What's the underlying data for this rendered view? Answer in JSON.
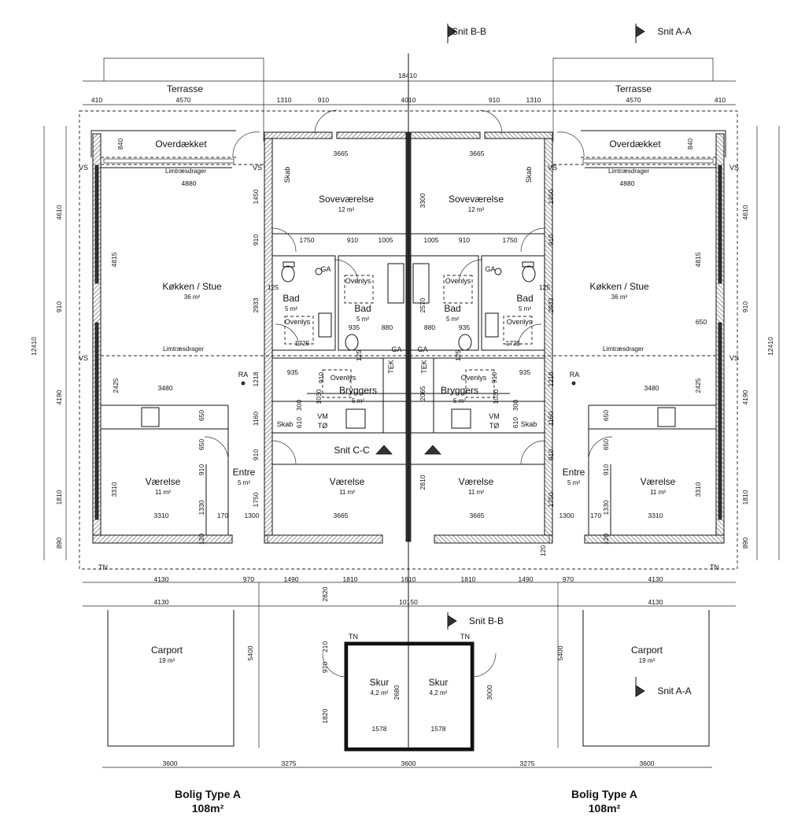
{
  "sections": [
    "Snit B-B",
    "Snit A-A",
    "Snit B-B",
    "Snit A-A",
    "Snit C-C"
  ],
  "rooms": [
    {
      "name": "Terrasse",
      "area": ""
    },
    {
      "name": "Terrasse",
      "area": ""
    },
    {
      "name": "Overdækket",
      "area": ""
    },
    {
      "name": "Overdækket",
      "area": ""
    },
    {
      "name": "Soveværelse",
      "area": "12 m²"
    },
    {
      "name": "Soveværelse",
      "area": "12 m²"
    },
    {
      "name": "Køkken / Stue",
      "area": "36 m²"
    },
    {
      "name": "Køkken / Stue",
      "area": "36 m²"
    },
    {
      "name": "Bad",
      "area": "5 m²"
    },
    {
      "name": "Bad",
      "area": "5 m²"
    },
    {
      "name": "Bad",
      "area": "5 m²"
    },
    {
      "name": "Bad",
      "area": "5 m²"
    },
    {
      "name": "Bryggers",
      "area": "5 m²"
    },
    {
      "name": "Bryggers",
      "area": "5 m²"
    },
    {
      "name": "Entre",
      "area": "5 m²"
    },
    {
      "name": "Entre",
      "area": "5 m²"
    },
    {
      "name": "Værelse",
      "area": "11 m²"
    },
    {
      "name": "Værelse",
      "area": "11 m²"
    },
    {
      "name": "Værelse",
      "area": "11 m²"
    },
    {
      "name": "Værelse",
      "area": "11 m²"
    },
    {
      "name": "Carport",
      "area": "19 m²"
    },
    {
      "name": "Carport",
      "area": "19 m²"
    },
    {
      "name": "Skur",
      "area": "4,2 m²"
    },
    {
      "name": "Skur",
      "area": "4,2 m²"
    }
  ],
  "annotations": [
    "Skab",
    "Skab",
    "Skab",
    "Skab",
    "TEK",
    "TEK",
    "Limtræsdrager",
    "Limtræsdrager",
    "Limtræsdrager",
    "Limtræsdrager",
    "VS",
    "VS",
    "VS",
    "VS",
    "VS",
    "VS",
    "GA",
    "GA",
    "GA",
    "GA",
    "Ovenlys",
    "Ovenlys",
    "Ovenlys",
    "Ovenlys",
    "Ovenlys",
    "Ovenlys",
    "RA",
    "RA",
    "VM",
    "TØ",
    "VM",
    "TØ",
    "TN",
    "TN",
    "TN",
    "TN"
  ],
  "dimensions": [
    "18410",
    "410",
    "4570",
    "1310",
    "910",
    "4010",
    "910",
    "1310",
    "4570",
    "410",
    "840",
    "840",
    "3665",
    "3665",
    "4880",
    "4880",
    "1450",
    "1450",
    "3300",
    "4610",
    "4610",
    "4815",
    "4815",
    "910",
    "910",
    "1750",
    "910",
    "1005",
    "1005",
    "910",
    "1750",
    "125",
    "125",
    "2933",
    "2933",
    "2570",
    "910",
    "910",
    "650",
    "935",
    "880",
    "880",
    "935",
    "1725",
    "1725",
    "12410",
    "12410",
    "125",
    "125",
    "935",
    "935",
    "910",
    "910",
    "1218",
    "1218",
    "2065",
    "4190",
    "4190",
    "2425",
    "2425",
    "3480",
    "3480",
    "300",
    "300",
    "1030",
    "1030",
    "650",
    "650",
    "610",
    "610",
    "1160",
    "1160",
    "650",
    "650",
    "910",
    "910",
    "910",
    "910",
    "2810",
    "3310",
    "3310",
    "1810",
    "1810",
    "1750",
    "1750",
    "1330",
    "1330",
    "3310",
    "170",
    "1300",
    "3665",
    "3665",
    "1300",
    "170",
    "3310",
    "120",
    "120",
    "120",
    "890",
    "890",
    "4130",
    "970",
    "1490",
    "1810",
    "1610",
    "1810",
    "1490",
    "970",
    "4130",
    "2820",
    "4130",
    "10150",
    "4130",
    "210",
    "5400",
    "5400",
    "970",
    "2680",
    "3000",
    "1820",
    "1578",
    "1578",
    "3600",
    "3275",
    "3600",
    "3275",
    "3600"
  ],
  "titles": [
    {
      "name": "Bolig Type A",
      "area": "108m²"
    },
    {
      "name": "Bolig Type A",
      "area": "108m²"
    }
  ],
  "colors": {
    "line": "#111111",
    "background": "#ffffff"
  }
}
